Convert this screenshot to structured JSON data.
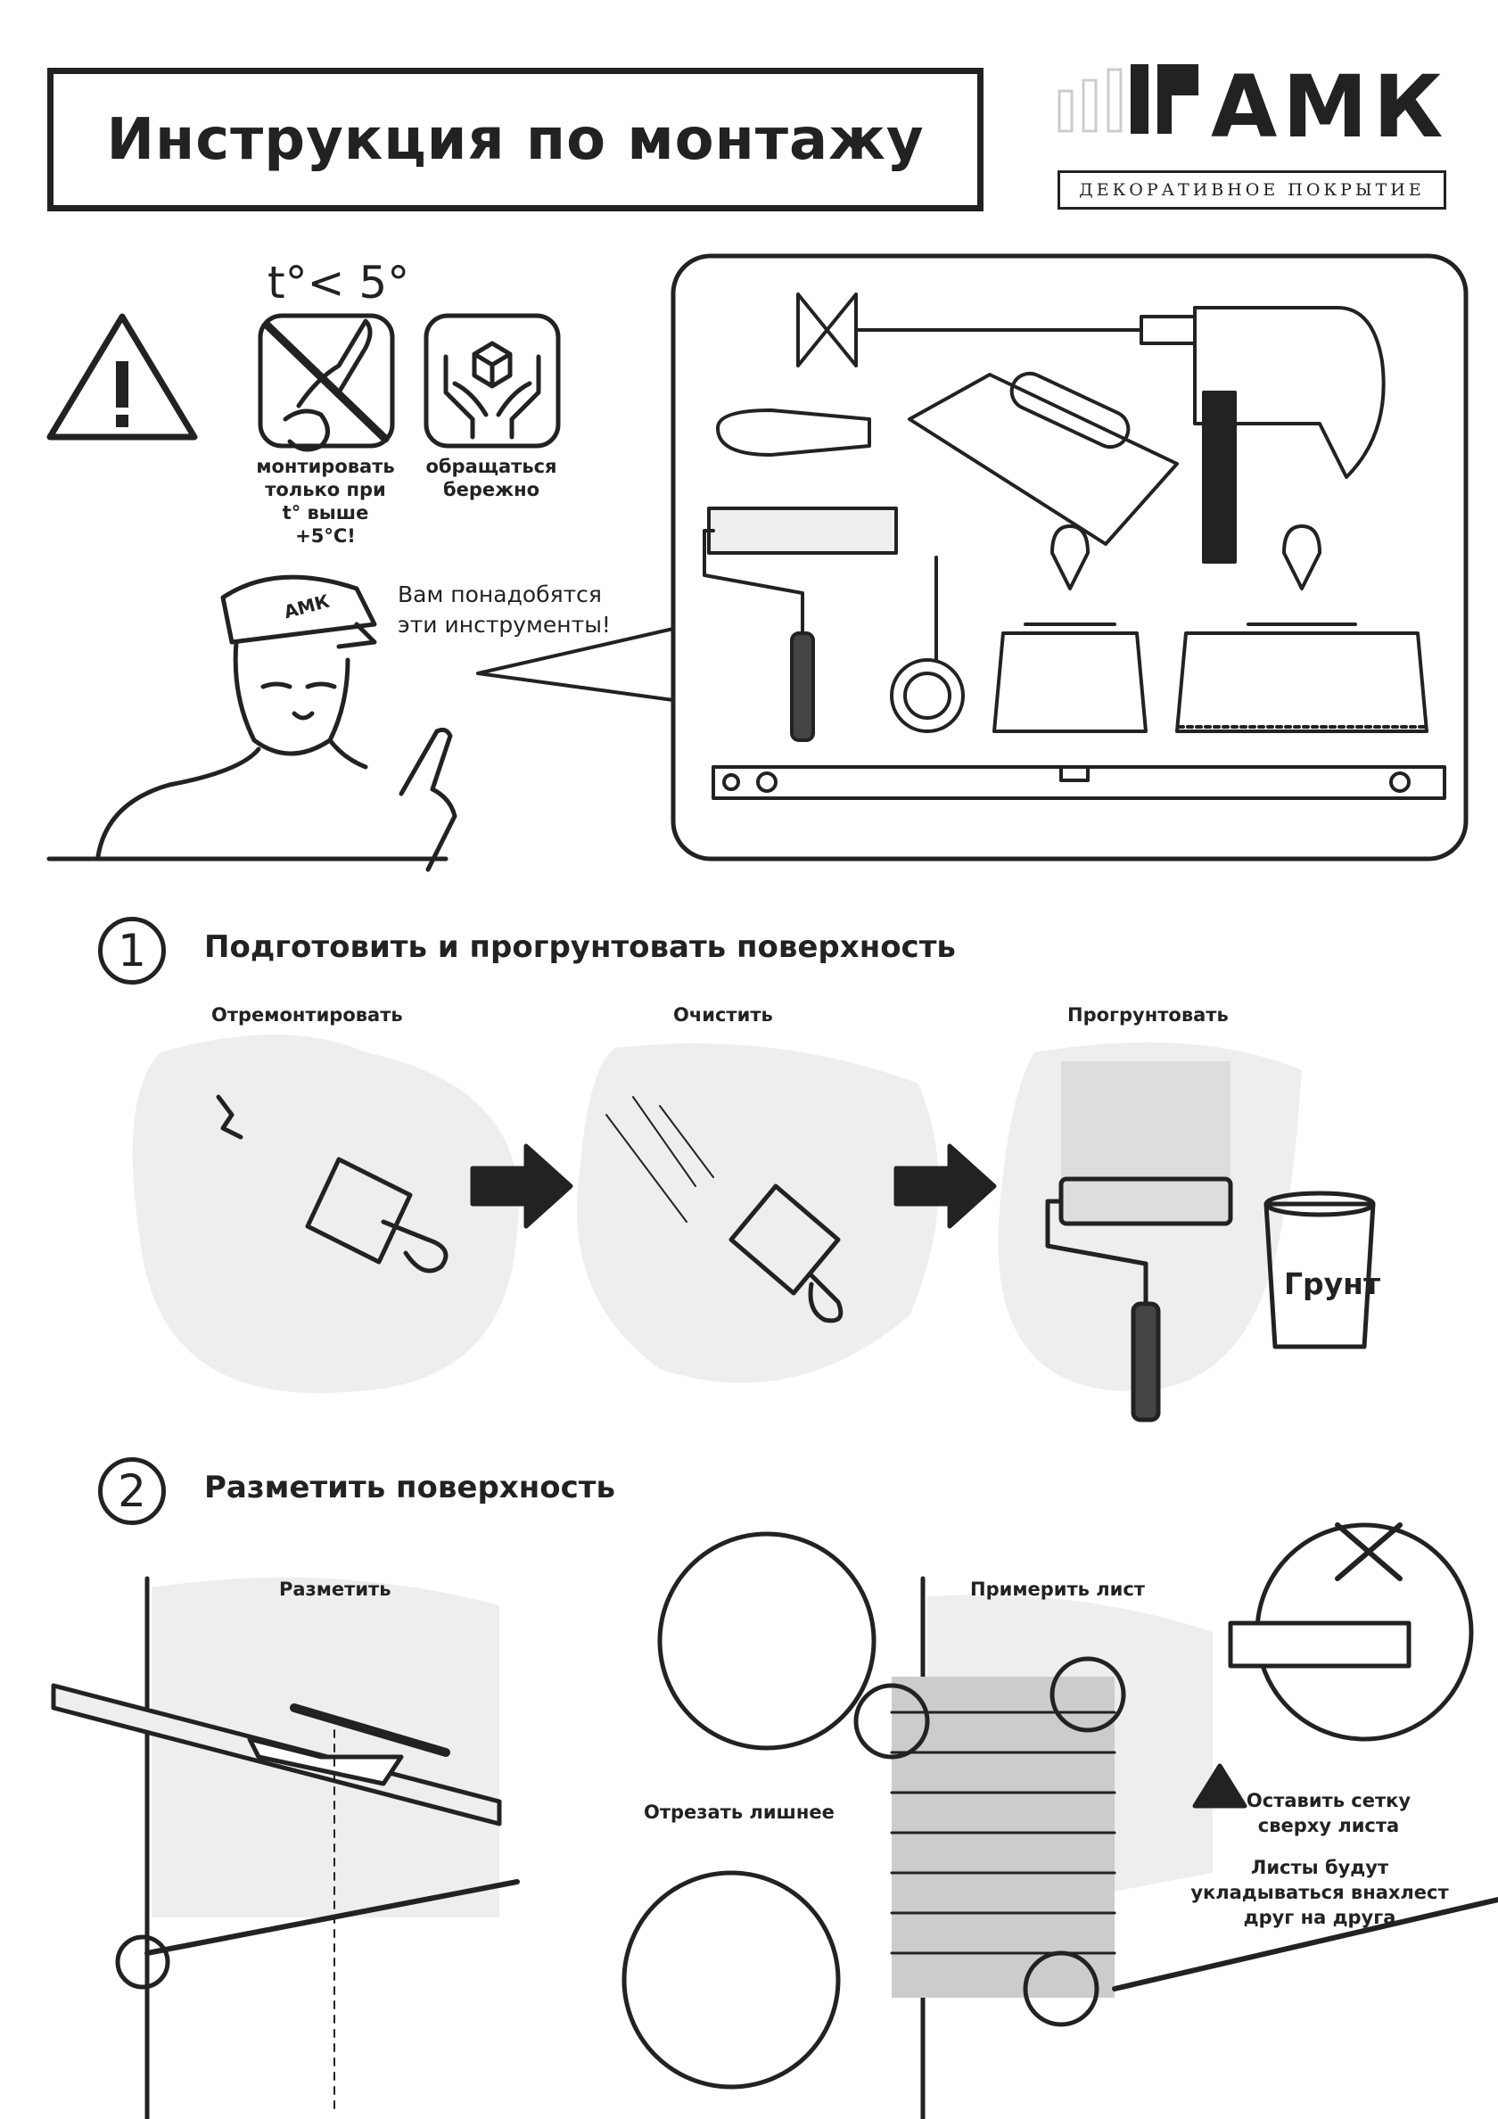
{
  "header": {
    "title": "Инструкция по монтажу"
  },
  "logo": {
    "brand": "АМК",
    "subtitle": "ДЕКОРАТИВНОЕ ПОКРЫТИЕ"
  },
  "warnings": {
    "temperature_label": "t°< 5°",
    "temperature_caption": [
      "монтировать",
      "только при",
      "t° выше +5°C!"
    ],
    "handle_caption": [
      "обращаться",
      "бережно"
    ]
  },
  "speech": [
    "Вам понадобятся",
    "эти инструменты!"
  ],
  "cap_text": "АМК",
  "step1": {
    "number": "1",
    "title": "Подготовить и прогрунтовать поверхность",
    "substeps": [
      "Отремонтировать",
      "Очистить",
      "Прогрунтовать"
    ],
    "bucket_label": "Грунт"
  },
  "step2": {
    "number": "2",
    "title": "Разметить поверхность",
    "mark_label": "Разметить",
    "fit_label": "Примерить лист",
    "cut_label": "Отрезать лишнее",
    "note1": [
      "Оставить сетку",
      "сверху листа"
    ],
    "note2": [
      "Листы будут",
      "укладываться  внахлест",
      "друг на друга"
    ]
  }
}
